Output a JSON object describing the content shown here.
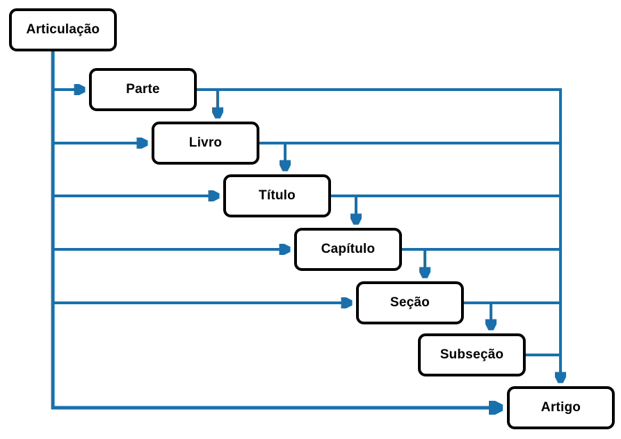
{
  "diagram": {
    "background_color": "#ffffff",
    "connector_color": "#1a70ad",
    "box_border_color": "#000000",
    "box_fill_color": "#ffffff",
    "text_color": "#000000"
  },
  "nodes": [
    {
      "id": "articulacao",
      "label": "Articulação"
    },
    {
      "id": "parte",
      "label": "Parte"
    },
    {
      "id": "livro",
      "label": "Livro"
    },
    {
      "id": "titulo",
      "label": "Título"
    },
    {
      "id": "capitulo",
      "label": "Capítulo"
    },
    {
      "id": "secao",
      "label": "Seção"
    },
    {
      "id": "subsecao",
      "label": "Subseção"
    },
    {
      "id": "artigo",
      "label": "Artigo"
    }
  ],
  "edges": [
    {
      "from": "Articulação",
      "to": "Parte"
    },
    {
      "from": "Articulação",
      "to": "Livro"
    },
    {
      "from": "Articulação",
      "to": "Título"
    },
    {
      "from": "Articulação",
      "to": "Capítulo"
    },
    {
      "from": "Articulação",
      "to": "Seção"
    },
    {
      "from": "Articulação",
      "to": "Artigo"
    },
    {
      "from": "Parte",
      "to": "Livro"
    },
    {
      "from": "Parte",
      "to": "Artigo"
    },
    {
      "from": "Livro",
      "to": "Título"
    },
    {
      "from": "Livro",
      "to": "Artigo"
    },
    {
      "from": "Título",
      "to": "Capítulo"
    },
    {
      "from": "Título",
      "to": "Artigo"
    },
    {
      "from": "Capítulo",
      "to": "Seção"
    },
    {
      "from": "Capítulo",
      "to": "Artigo"
    },
    {
      "from": "Seção",
      "to": "Subseção"
    },
    {
      "from": "Seção",
      "to": "Artigo"
    },
    {
      "from": "Subseção",
      "to": "Artigo"
    }
  ]
}
